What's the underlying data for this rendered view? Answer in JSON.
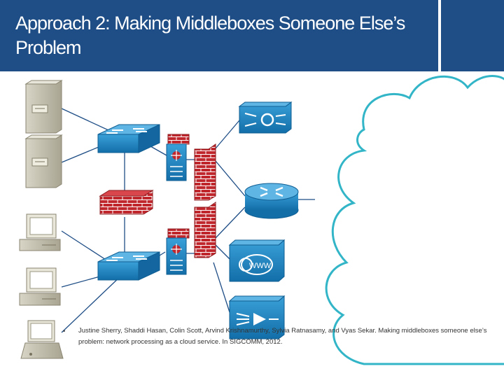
{
  "slide": {
    "title": "Approach 2: Making Middleboxes Someone Else’s Problem",
    "bullet": "•",
    "citation": "Justine Sherry, Shaddi Hasan, Colin Scott, Arvind Krishnamurthy, Sylvia Ratnasamy, and Vyas Sekar. Making middleboxes someone else’s problem: network processing as a cloud service. In SIGCOMM, 2012.",
    "www_label": "WWW"
  },
  "colors": {
    "header": "#1f4e86",
    "cloud_stroke": "#33b5c8",
    "device_blue": "#1a7fc0",
    "firewall_red": "#c0272d",
    "link": "#1f4e86"
  },
  "icons": [
    "file-server-icon",
    "workstation-icon",
    "laptop-icon",
    "switch-icon",
    "firewall-icon",
    "ids-icon",
    "load-balancer-icon",
    "router-icon",
    "web-cache-icon",
    "wan-optimizer-icon",
    "cloud-icon"
  ]
}
